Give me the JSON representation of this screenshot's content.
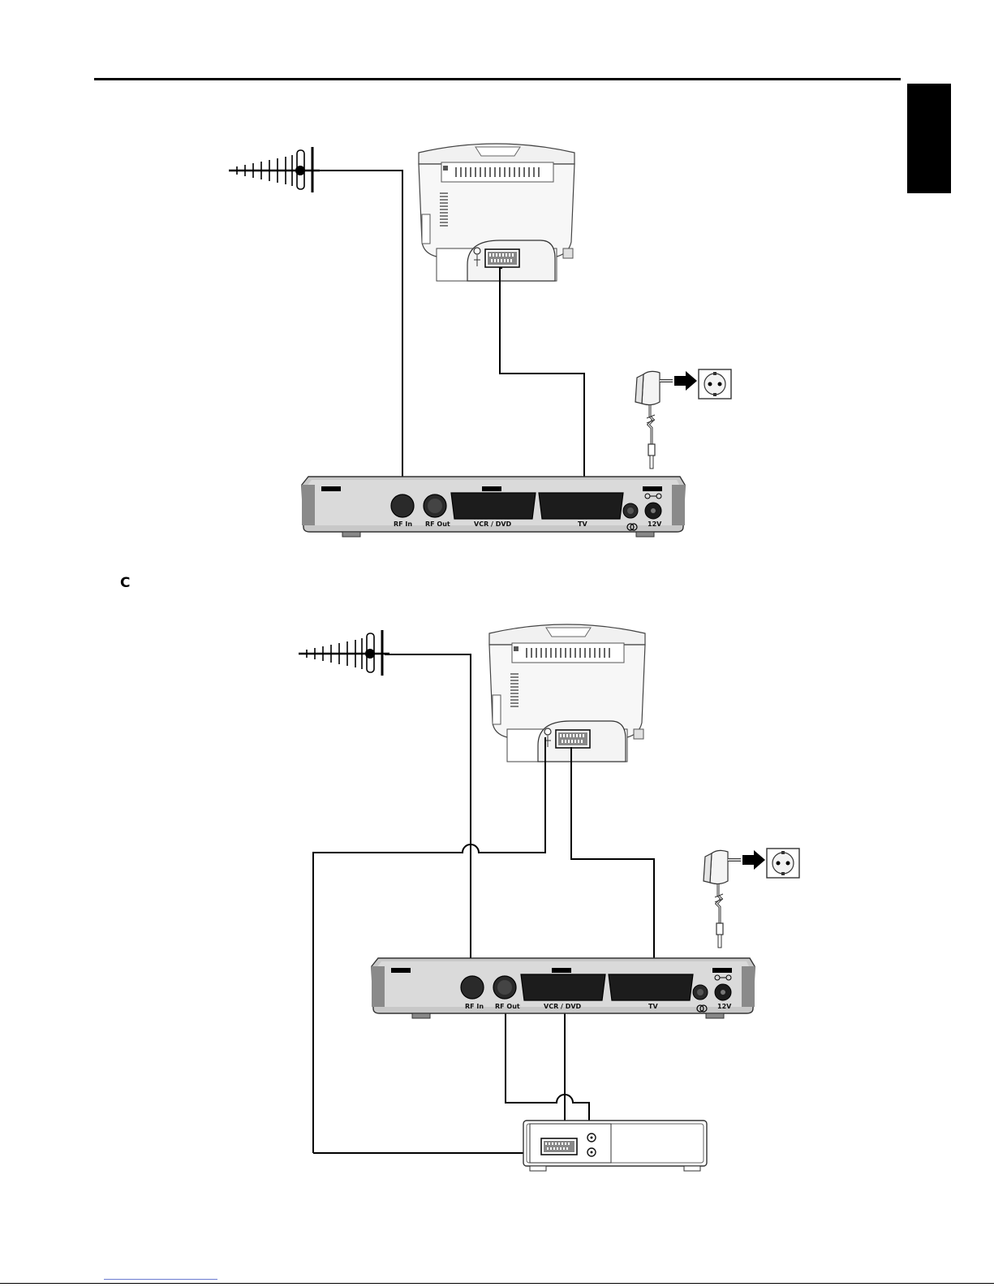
{
  "section": {
    "letter": "C"
  },
  "box_labels": {
    "rf_in": "RF In",
    "rf_out": "RF Out",
    "vcr_dvd": "VCR / DVD",
    "tv": "TV",
    "power": "12V"
  }
}
